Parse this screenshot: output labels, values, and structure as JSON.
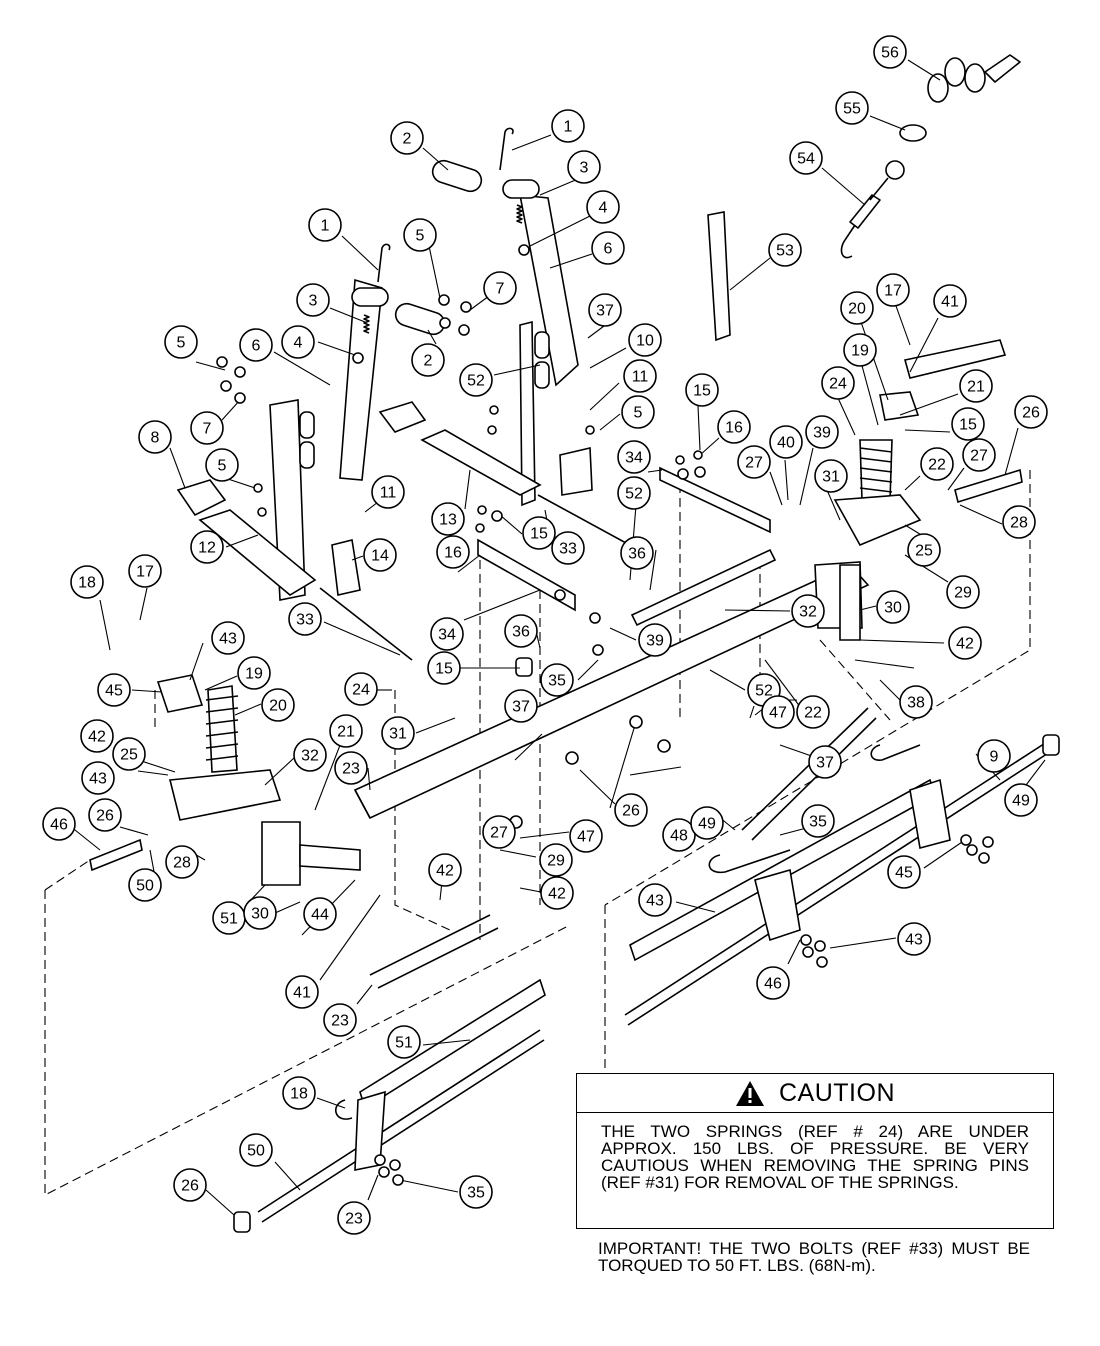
{
  "callouts": [
    {
      "label": "56"
    },
    {
      "label": "55"
    },
    {
      "label": "54"
    },
    {
      "label": "2"
    },
    {
      "label": "1"
    },
    {
      "label": "3"
    },
    {
      "label": "4"
    },
    {
      "label": "6"
    },
    {
      "label": "1"
    },
    {
      "label": "5"
    },
    {
      "label": "7"
    },
    {
      "label": "53"
    },
    {
      "label": "37"
    },
    {
      "label": "10"
    },
    {
      "label": "3"
    },
    {
      "label": "4"
    },
    {
      "label": "6"
    },
    {
      "label": "2"
    },
    {
      "label": "52"
    },
    {
      "label": "11"
    },
    {
      "label": "5"
    },
    {
      "label": "5"
    },
    {
      "label": "7"
    },
    {
      "label": "17"
    },
    {
      "label": "41"
    },
    {
      "label": "20"
    },
    {
      "label": "19"
    },
    {
      "label": "21"
    },
    {
      "label": "15"
    },
    {
      "label": "24"
    },
    {
      "label": "15"
    },
    {
      "label": "16"
    },
    {
      "label": "40"
    },
    {
      "label": "39"
    },
    {
      "label": "27"
    },
    {
      "label": "22"
    },
    {
      "label": "27"
    },
    {
      "label": "26"
    },
    {
      "label": "34"
    },
    {
      "label": "31"
    },
    {
      "label": "28"
    },
    {
      "label": "8"
    },
    {
      "label": "5"
    },
    {
      "label": "11"
    },
    {
      "label": "13"
    },
    {
      "label": "15"
    },
    {
      "label": "33"
    },
    {
      "label": "52"
    },
    {
      "label": "25"
    },
    {
      "label": "29"
    },
    {
      "label": "12"
    },
    {
      "label": "14"
    },
    {
      "label": "16"
    },
    {
      "label": "36"
    },
    {
      "label": "30"
    },
    {
      "label": "18"
    },
    {
      "label": "17"
    },
    {
      "label": "33"
    },
    {
      "label": "34"
    },
    {
      "label": "36"
    },
    {
      "label": "39"
    },
    {
      "label": "32"
    },
    {
      "label": "42"
    },
    {
      "label": "43"
    },
    {
      "label": "19"
    },
    {
      "label": "15"
    },
    {
      "label": "35"
    },
    {
      "label": "38"
    },
    {
      "label": "45"
    },
    {
      "label": "20"
    },
    {
      "label": "24"
    },
    {
      "label": "52"
    },
    {
      "label": "37"
    },
    {
      "label": "47"
    },
    {
      "label": "42"
    },
    {
      "label": "21"
    },
    {
      "label": "31"
    },
    {
      "label": "32"
    },
    {
      "label": "25"
    },
    {
      "label": "22"
    },
    {
      "label": "37"
    },
    {
      "label": "43"
    },
    {
      "label": "23"
    },
    {
      "label": "9"
    },
    {
      "label": "26"
    },
    {
      "label": "48"
    },
    {
      "label": "49"
    },
    {
      "label": "46"
    },
    {
      "label": "26"
    },
    {
      "label": "27"
    },
    {
      "label": "47"
    },
    {
      "label": "49"
    },
    {
      "label": "35"
    },
    {
      "label": "50"
    },
    {
      "label": "28"
    },
    {
      "label": "29"
    },
    {
      "label": "42"
    },
    {
      "label": "45"
    },
    {
      "label": "51"
    },
    {
      "label": "30"
    },
    {
      "label": "44"
    },
    {
      "label": "42"
    },
    {
      "label": "43"
    },
    {
      "label": "41"
    },
    {
      "label": "43"
    },
    {
      "label": "23"
    },
    {
      "label": "46"
    },
    {
      "label": "51"
    },
    {
      "label": "18"
    },
    {
      "label": "50"
    },
    {
      "label": "26"
    },
    {
      "label": "35"
    },
    {
      "label": "23"
    },
    {
      "label": "51"
    }
  ],
  "caution": {
    "title": "CAUTION",
    "body": "THE TWO SPRINGS (REF # 24) ARE UNDER APPROX. 150 LBS. OF PRESSURE. BE VERY CAUTIOUS WHEN REMOVING THE SPRING PINS (REF #31) FOR REMOVAL OF THE SPRINGS."
  },
  "important_note": "IMPORTANT! THE TWO BOLTS (REF #33) MUST BE TORQUED TO 50 FT. LBS. (68N-m)."
}
